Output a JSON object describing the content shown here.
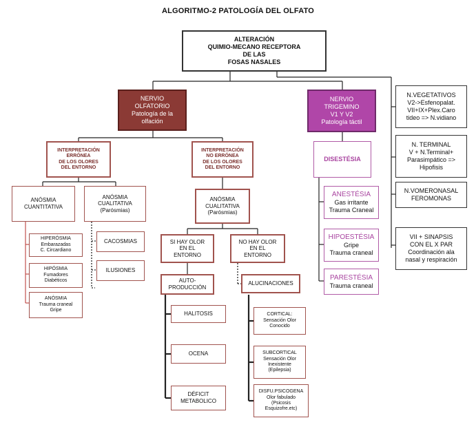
{
  "title": "ALGORITMO-2 PATOLOGÍA DEL OLFATO",
  "root": [
    "ALTERACIÓN",
    "QUIMIO-MECANO RECEPTORA",
    "DE LAS",
    "FOSAS NASALES"
  ],
  "olfatorio": [
    "NERVIO",
    "OLFATORIO",
    "Patología de la",
    "olfación"
  ],
  "trigemino": [
    "NERVIO",
    "TRIGEMINO",
    "V1 Y V2",
    "Patología táctil"
  ],
  "right_boxes": [
    [
      "N.VEGETATIVOS",
      "V2->Esfenopalat.",
      "VII+IX+Plex.Caro",
      "tideo => N.vidiano"
    ],
    [
      "N. TERMINAL",
      "V + N.Terminal+",
      "Parasimpático =>",
      "Hipofisis"
    ],
    [
      "N.VOMERONASAL",
      "FEROMONAS"
    ],
    [
      "VII + SINAPSIS",
      "CON EL X PAR",
      "Coordinación ala",
      "nasal y respiración"
    ]
  ],
  "interp_erronea": [
    "INTERPRETACIÓN",
    "ERRÓNEA",
    "DE LOS OLORES",
    "DEL ENTORNO"
  ],
  "interp_no_erronea": [
    "INTERPRETACIÓN",
    "NO ERRÓNEA",
    "DE LOS OLORES",
    "DEL ENTORNO"
  ],
  "disestesia": "DISESTÉSIA",
  "anosmia_cuant": [
    "ANÓSMIA",
    "CUANTITATIVA"
  ],
  "anosmia_cual_left": [
    "ANÓSMIA",
    "CUALITATIVA",
    "(Parósmias)"
  ],
  "anosmia_cual_mid": [
    "ANÓSMIA",
    "CUALITATIVA",
    "(Parósmias)"
  ],
  "hiperosmia": [
    "HIPERÓSMIA",
    "Embarazadas",
    "C. Circardiano"
  ],
  "hiposmia": [
    "HIPÓSMIA",
    "Fumadores",
    "Diabéticos"
  ],
  "anosmia_trauma": [
    "ANÓSMIA",
    "Trauma craneal",
    "Gripe"
  ],
  "cacosmias": "CACOSMIAS",
  "ilusiones": "ILUSIONES",
  "si_hay_olor": [
    "SI HAY OLOR",
    "EN EL",
    "ENTORNO"
  ],
  "no_hay_olor": [
    "NO HAY OLOR",
    "EN EL",
    "ENTORNO"
  ],
  "autoproduccion": [
    "AUTO-",
    "PRODUCCIÓN"
  ],
  "alucinaciones": "ALUCINACIONES",
  "halitosis": "HALITOSIS",
  "ocena": "OCENA",
  "deficit": [
    "DÉFICIT",
    "METABOLICO"
  ],
  "cortical": [
    "CORTICAL:",
    "Sensación Olor",
    "Conocido"
  ],
  "subcortical": [
    "SUBCORTICAL",
    "Sensación Olor",
    "Inexistente",
    "(Epilepsia)"
  ],
  "disfu": [
    "DISFU.PSICOGENA",
    "Olor fabulado",
    "(Psicosis",
    "Esquizofre.etc)"
  ],
  "anestesia": [
    "ANESTÉSIA",
    "Gas irritante",
    "Trauma Craneal"
  ],
  "hipoestesia": [
    "HIPOESTÉSIA",
    "Gripe",
    "Trauma craneal"
  ],
  "parestesia": [
    "PARESTÉSIA",
    "Trauma craneal"
  ],
  "colors": {
    "olfatorio": "#8b3a35",
    "trigemino": "#b046a8",
    "line": "#222222",
    "brown_line": "#c0504d"
  }
}
